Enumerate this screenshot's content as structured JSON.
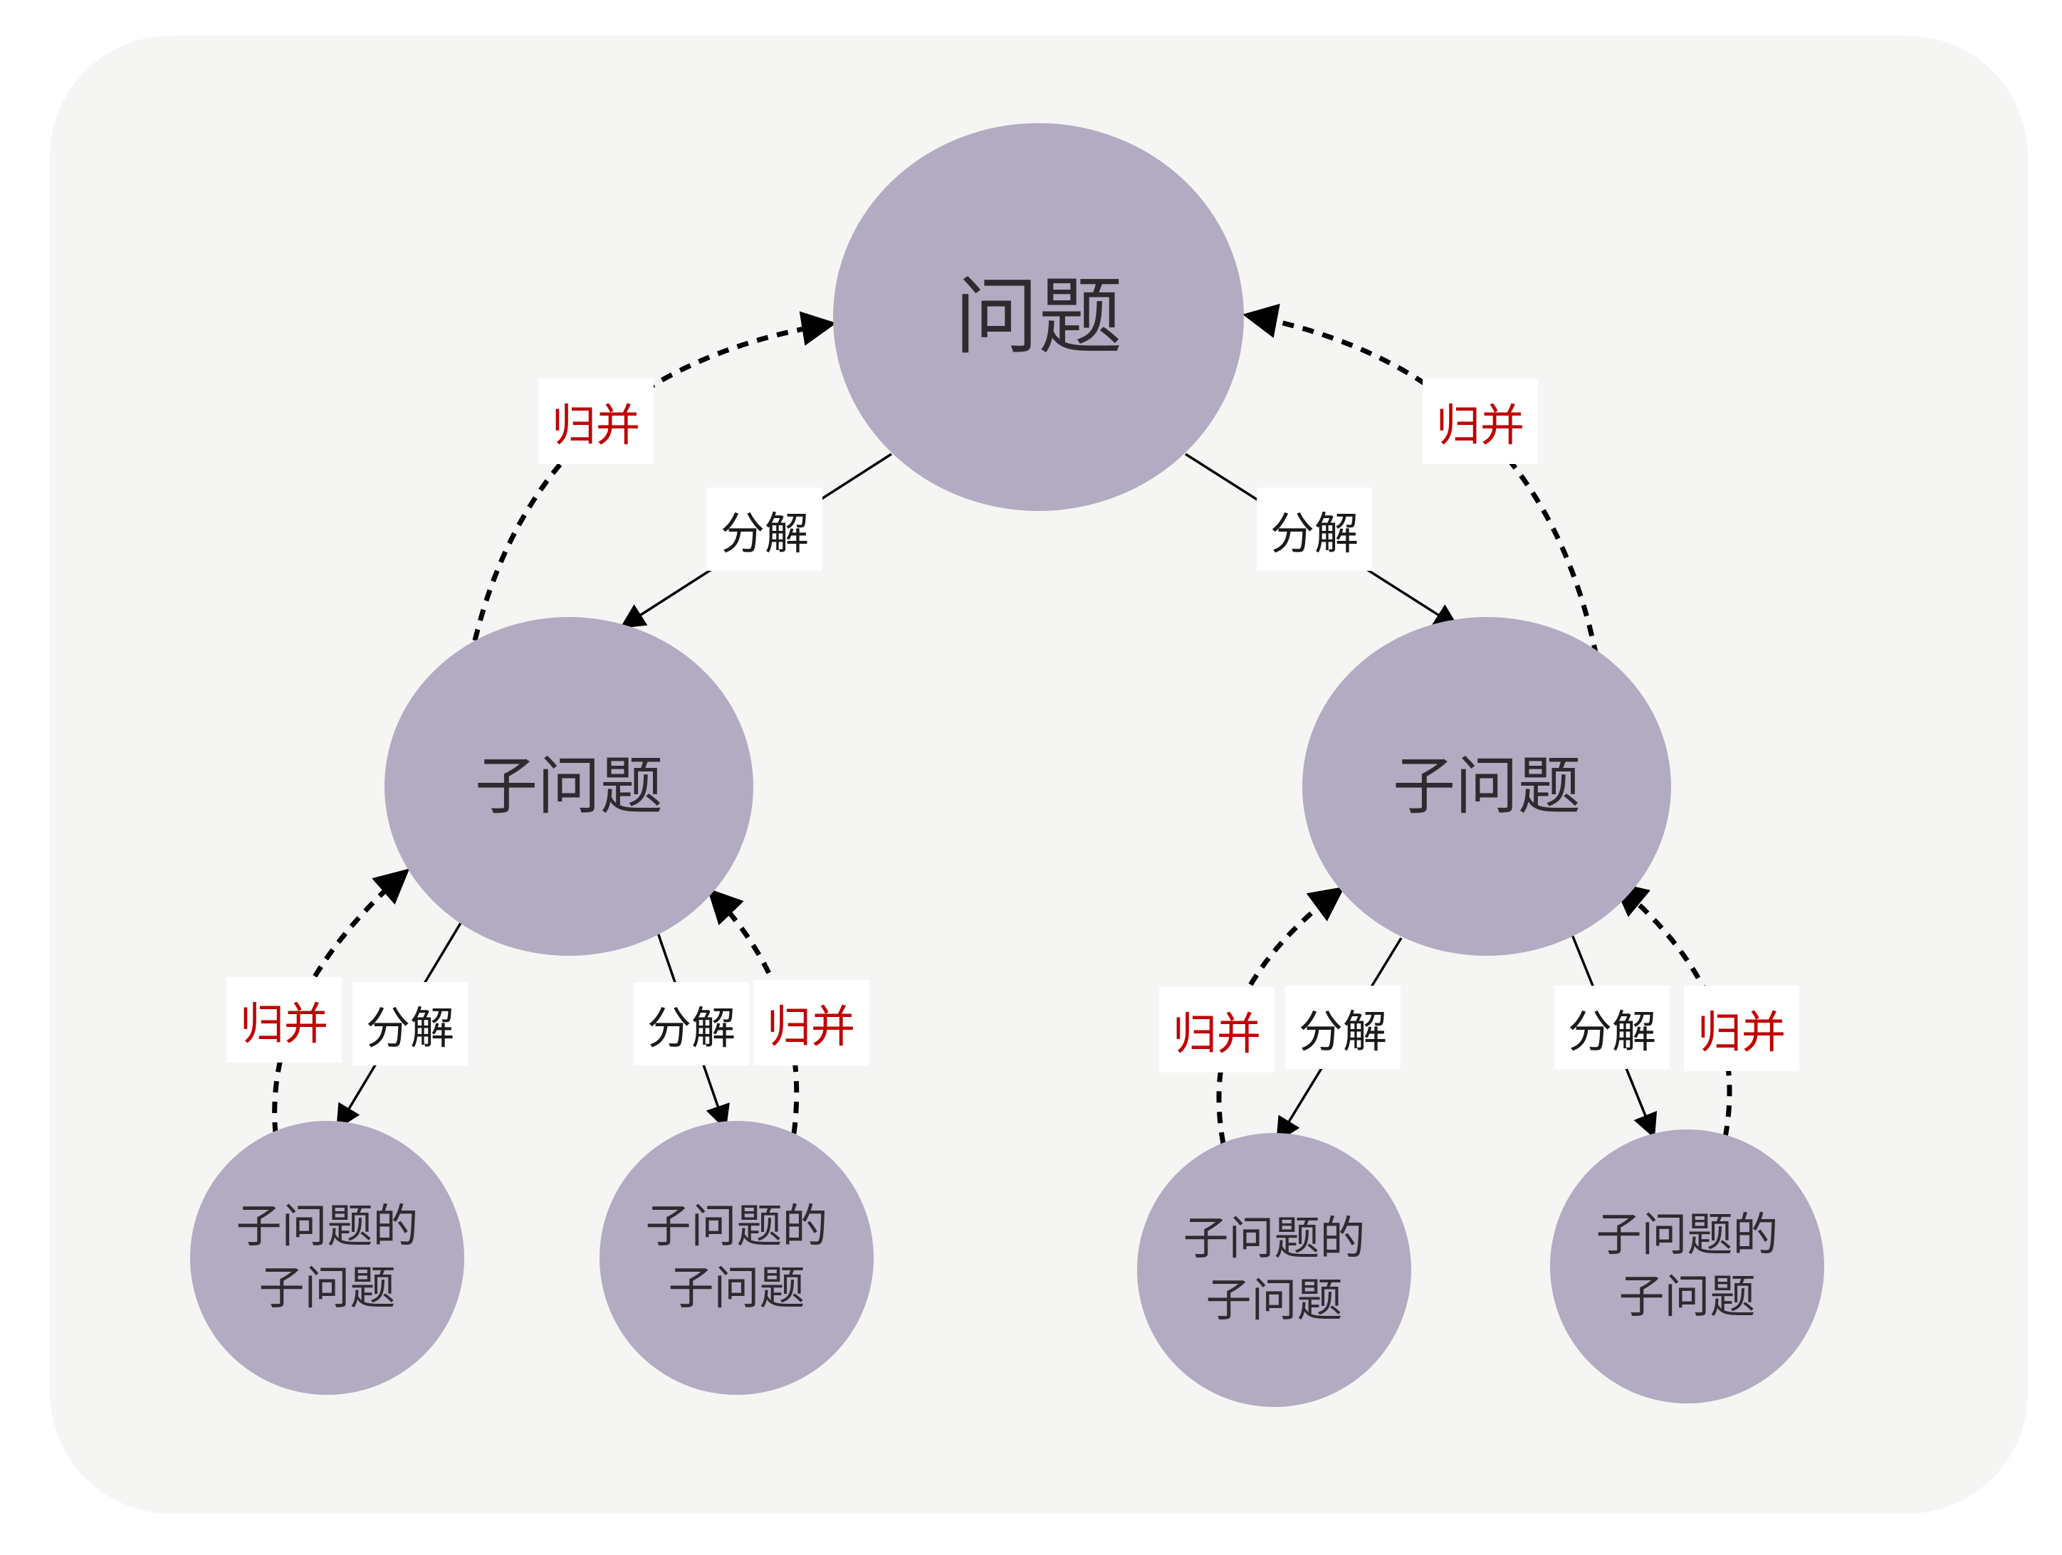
{
  "colors": {
    "panel": "#f5f5f4",
    "node": "#b3abc1",
    "node_text": "#2e2a30",
    "split_text": "#1a1a1a",
    "merge_text": "#c00000",
    "arrow": "#000000"
  },
  "nodes": {
    "root": "问题",
    "sub_left": "子问题",
    "sub_right": "子问题",
    "leaf_1": "子问题的\n子问题",
    "leaf_2": "子问题的\n子问题",
    "leaf_3": "子问题的\n子问题",
    "leaf_4": "子问题的\n子问题"
  },
  "edges": {
    "split_label": "分解",
    "merge_label": "归并"
  }
}
